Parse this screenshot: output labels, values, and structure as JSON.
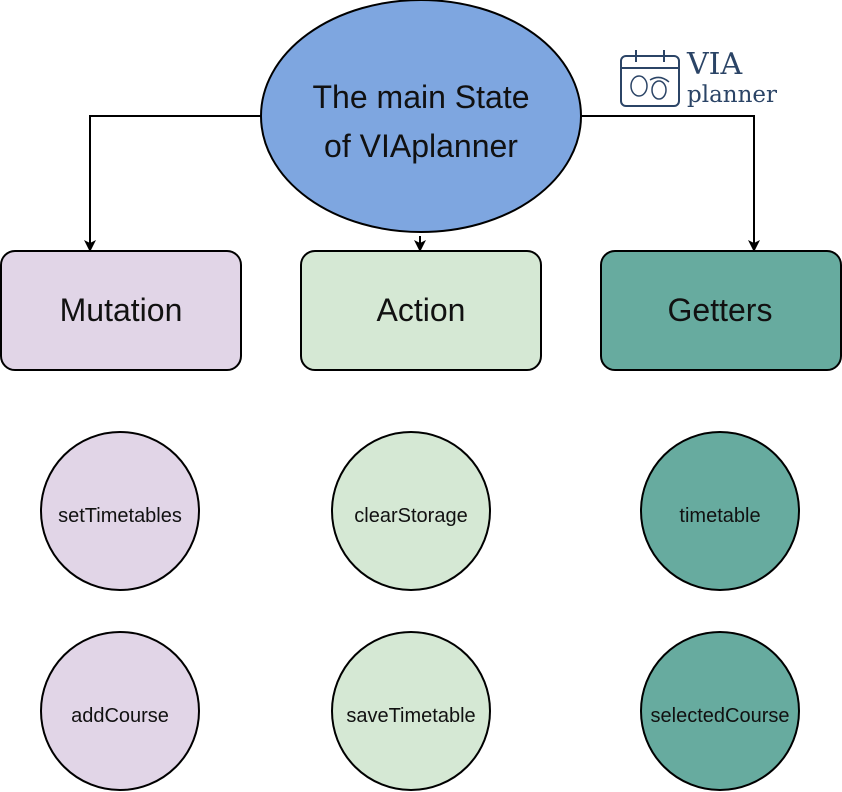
{
  "root": {
    "title_line1": "The main State",
    "title_line2": "of VIAplanner",
    "color": "#7ea6e0"
  },
  "logo": {
    "line1": "VIA",
    "line2": "planner",
    "icon": "calendar-acorn-icon",
    "color": "#2b4466"
  },
  "categories": [
    {
      "label": "Mutation",
      "color": "#e1d5e7",
      "items": [
        "setTimetables",
        "addCourse"
      ]
    },
    {
      "label": "Action",
      "color": "#d5e8d4",
      "items": [
        "clearStorage",
        "saveTimetable"
      ]
    },
    {
      "label": "Getters",
      "color": "#67ab9f",
      "items": [
        "timetable",
        "selectedCourse"
      ]
    }
  ]
}
